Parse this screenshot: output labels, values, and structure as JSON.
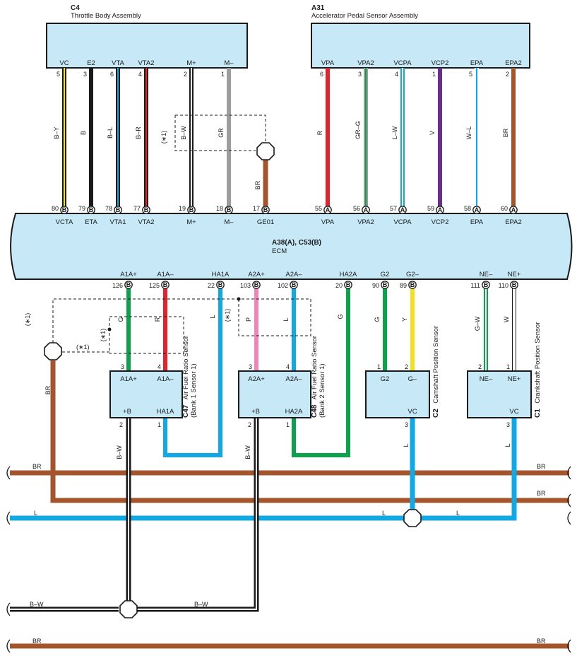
{
  "colors": {
    "Y": "#f2e21c",
    "B": "#1a1a1a",
    "L": "#10a9e6",
    "R": "#e5212b",
    "W": "#ffffff",
    "GR": "#9d9d9d",
    "BR": "#a5552c",
    "G": "#0ba24b",
    "V": "#6c2c8c",
    "P": "#ef86b8",
    "box": "#c7e9f7"
  },
  "components": {
    "c4": {
      "code": "C4",
      "name": "Throttle Body Assembly"
    },
    "a31": {
      "code": "A31",
      "name": "Accelerator Pedal Sensor Assembly"
    },
    "ecm": {
      "code": "A38(A), C53(B)",
      "name": "ECM"
    },
    "c47": {
      "code": "C47",
      "name": "Air Fuel Ratio Sensor",
      "sub": "(Bank 1 Sensor 1)"
    },
    "c48": {
      "code": "C48",
      "name": "Air Fuel Ratio Sensor",
      "sub": "(Bank 2 Sensor 1)"
    },
    "c2": {
      "code": "C2",
      "name": "Camshaft Position Sensor"
    },
    "c1": {
      "code": "C1",
      "name": "Crankshaft Position Sensor"
    }
  },
  "top_wires": [
    {
      "id": "vc",
      "comp": "c4",
      "tpin": "5",
      "tsig": "VC",
      "wire": "B–Y",
      "colors": [
        "Y",
        "B"
      ],
      "epin": "80",
      "ecn": "B",
      "esig": "VCTA"
    },
    {
      "id": "e2",
      "comp": "c4",
      "tpin": "3",
      "tsig": "E2",
      "wire": "B",
      "colors": [
        "B"
      ],
      "epin": "79",
      "ecn": "B",
      "esig": "ETA"
    },
    {
      "id": "vta",
      "comp": "c4",
      "tpin": "6",
      "tsig": "VTA",
      "wire": "B–L",
      "colors": [
        "L",
        "B"
      ],
      "epin": "78",
      "ecn": "B",
      "esig": "VTA1"
    },
    {
      "id": "vta2",
      "comp": "c4",
      "tpin": "4",
      "tsig": "VTA2",
      "wire": "B–R",
      "colors": [
        "R",
        "B"
      ],
      "epin": "77",
      "ecn": "B",
      "esig": "VTA2"
    },
    {
      "id": "mp",
      "comp": "c4",
      "tpin": "2",
      "tsig": "M+",
      "wire": "B–W",
      "colors": [
        "W",
        "B"
      ],
      "epin": "19",
      "ecn": "B",
      "esig": "M+"
    },
    {
      "id": "mm",
      "comp": "c4",
      "tpin": "1",
      "tsig": "M–",
      "wire": "GR",
      "colors": [
        "GR"
      ],
      "epin": "18",
      "ecn": "B",
      "esig": "M–"
    },
    {
      "id": "vpa",
      "comp": "a31",
      "tpin": "6",
      "tsig": "VPA",
      "wire": "R",
      "colors": [
        "R"
      ],
      "epin": "55",
      "ecn": "A",
      "esig": "VPA"
    },
    {
      "id": "vpa2",
      "comp": "a31",
      "tpin": "3",
      "tsig": "VPA2",
      "wire": "GR–G",
      "colors": [
        "G",
        "GR"
      ],
      "epin": "56",
      "ecn": "A",
      "esig": "VPA2"
    },
    {
      "id": "vcpa",
      "comp": "a31",
      "tpin": "4",
      "tsig": "VCPA",
      "wire": "L–W",
      "colors": [
        "W",
        "L"
      ],
      "epin": "57",
      "ecn": "A",
      "esig": "VCPA"
    },
    {
      "id": "vcp2",
      "comp": "a31",
      "tpin": "1",
      "tsig": "VCP2",
      "wire": "V",
      "colors": [
        "V"
      ],
      "epin": "59",
      "ecn": "A",
      "esig": "VCP2"
    },
    {
      "id": "epa",
      "comp": "a31",
      "tpin": "5",
      "tsig": "EPA",
      "wire": "W–L",
      "colors": [
        "L",
        "W"
      ],
      "epin": "58",
      "ecn": "A",
      "esig": "EPA"
    },
    {
      "id": "epa2",
      "comp": "a31",
      "tpin": "2",
      "tsig": "EPA2",
      "wire": "BR",
      "colors": [
        "BR"
      ],
      "epin": "60",
      "ecn": "A",
      "esig": "EPA2"
    }
  ],
  "ge01": {
    "pin": "17",
    "conn": "B",
    "sig": "GE01",
    "wire": "BR"
  },
  "bottom_wires": [
    {
      "id": "a1ap",
      "epin": "126",
      "ecn": "B",
      "esig": "A1A+",
      "wire": "G",
      "colors": [
        "G"
      ],
      "spin": "3",
      "ssig": "A1A+"
    },
    {
      "id": "a1am",
      "epin": "125",
      "ecn": "B",
      "esig": "A1A–",
      "wire": "R",
      "colors": [
        "R"
      ],
      "spin": "4",
      "ssig": "A1A–"
    },
    {
      "id": "ha1a",
      "epin": "22",
      "ecn": "B",
      "esig": "HA1A",
      "wire": "L",
      "colors": [
        "L"
      ],
      "spin": "1",
      "ssig": "HA1A"
    },
    {
      "id": "a2ap",
      "epin": "103",
      "ecn": "B",
      "esig": "A2A+",
      "wire": "P",
      "colors": [
        "P"
      ],
      "spin": "3",
      "ssig": "A2A+"
    },
    {
      "id": "a2am",
      "epin": "102",
      "ecn": "B",
      "esig": "A2A–",
      "wire": "L",
      "colors": [
        "L"
      ],
      "spin": "4",
      "ssig": "A2A–"
    },
    {
      "id": "ha2a",
      "epin": "20",
      "ecn": "B",
      "esig": "HA2A",
      "wire": "G",
      "colors": [
        "G"
      ],
      "spin": "1",
      "ssig": "HA2A"
    },
    {
      "id": "g2",
      "epin": "90",
      "ecn": "B",
      "esig": "G2",
      "wire": "G",
      "colors": [
        "G"
      ],
      "spin": "1",
      "ssig": "G2"
    },
    {
      "id": "g2m",
      "epin": "89",
      "ecn": "B",
      "esig": "G2–",
      "wire": "Y",
      "colors": [
        "Y"
      ],
      "spin": "2",
      "ssig": "G–"
    },
    {
      "id": "nem",
      "epin": "111",
      "ecn": "B",
      "esig": "NE–",
      "wire": "G–W",
      "colors": [
        "W",
        "G"
      ],
      "spin": "2",
      "ssig": "NE–"
    },
    {
      "id": "nep",
      "epin": "110",
      "ecn": "B",
      "esig": "NE+",
      "wire": "W",
      "colors": [
        "W"
      ],
      "spin": "1",
      "ssig": "NE+"
    }
  ],
  "sensor_pins": {
    "c47_b": {
      "pin": "2",
      "sig": "+B",
      "wire": "B–W"
    },
    "c48_b": {
      "pin": "2",
      "sig": "+B",
      "wire": "B–W"
    },
    "c2_vc": {
      "pin": "3",
      "sig": "VC",
      "wire": "L"
    },
    "c1_vc": {
      "pin": "3",
      "sig": "VC",
      "wire": "L"
    }
  },
  "shield_marks": [
    "(∗1)",
    "(∗1)",
    "(∗1)",
    "(∗1)",
    "(∗1)"
  ],
  "shield_left_wire": "BR",
  "bus": [
    {
      "id": "br1",
      "wire": "BR",
      "labels": [
        "BR",
        "BR"
      ]
    },
    {
      "id": "br2",
      "wire": "BR",
      "labels": [
        "BR"
      ]
    },
    {
      "id": "l",
      "wire": "L",
      "labels": [
        "L",
        "L",
        "L"
      ]
    },
    {
      "id": "bw",
      "wire": "B–W",
      "labels": [
        "B–W",
        "B–W"
      ]
    },
    {
      "id": "br3",
      "wire": "BR",
      "labels": [
        "BR",
        "BR"
      ]
    }
  ]
}
